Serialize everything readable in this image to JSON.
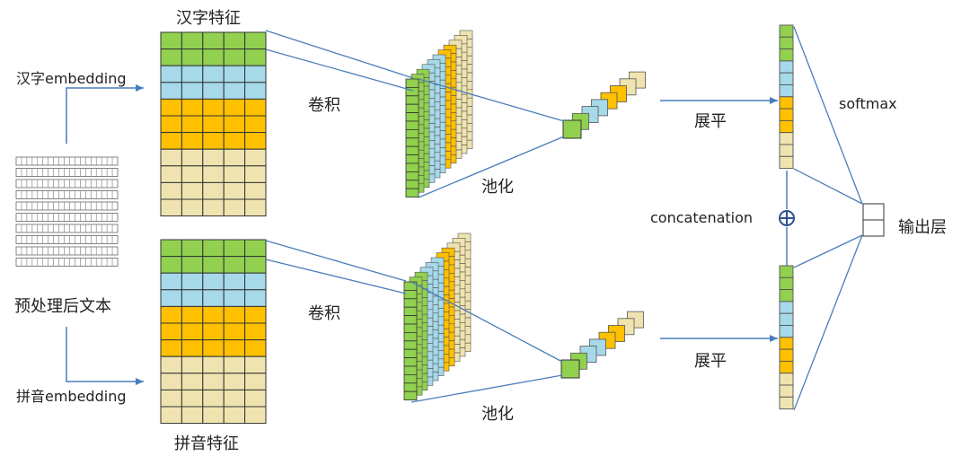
{
  "labels": {
    "char_embedding": "汉字embedding",
    "pinyin_embedding": "拼音embedding",
    "preprocessed_text": "预处理后文本",
    "char_features": "汉字特征",
    "pinyin_features": "拼音特征",
    "conv_top": "卷积",
    "conv_bottom": "卷积",
    "pool_top": "池化",
    "pool_bottom": "池化",
    "flatten_top": "展平",
    "flatten_bottom": "展平",
    "concatenation": "concatenation",
    "softmax": "softmax",
    "output_layer": "输出层",
    "concat_symbol": "⊕"
  },
  "colors": {
    "green": "#92d050",
    "blue": "#a6d9ea",
    "orange": "#ffc000",
    "beige": "#efe4b0",
    "line": "#4a7ebb",
    "grid": "#333333"
  },
  "matrix_rows": [
    "green",
    "green",
    "blue",
    "blue",
    "orange",
    "orange",
    "orange",
    "beige",
    "beige",
    "beige",
    "beige"
  ],
  "conv_filter_rows": [
    "green",
    "green",
    "green",
    "green",
    "green",
    "green",
    "green",
    "green",
    "green",
    "green",
    "green",
    "green",
    "green",
    "green"
  ],
  "conv_stack_colors": [
    "green",
    "green",
    "blue",
    "blue",
    "blue",
    "orange",
    "orange",
    "beige",
    "beige",
    "beige"
  ],
  "pool_stack_colors": [
    "green",
    "green",
    "blue",
    "blue",
    "orange",
    "orange",
    "beige",
    "beige"
  ],
  "flat_top_rows": [
    "green",
    "green",
    "green",
    "blue",
    "blue",
    "blue",
    "orange",
    "orange",
    "orange",
    "beige",
    "beige",
    "beige"
  ],
  "flat_bottom_rows": [
    "green",
    "green",
    "green",
    "blue",
    "blue",
    "blue",
    "orange",
    "orange",
    "orange",
    "beige",
    "beige",
    "beige"
  ]
}
